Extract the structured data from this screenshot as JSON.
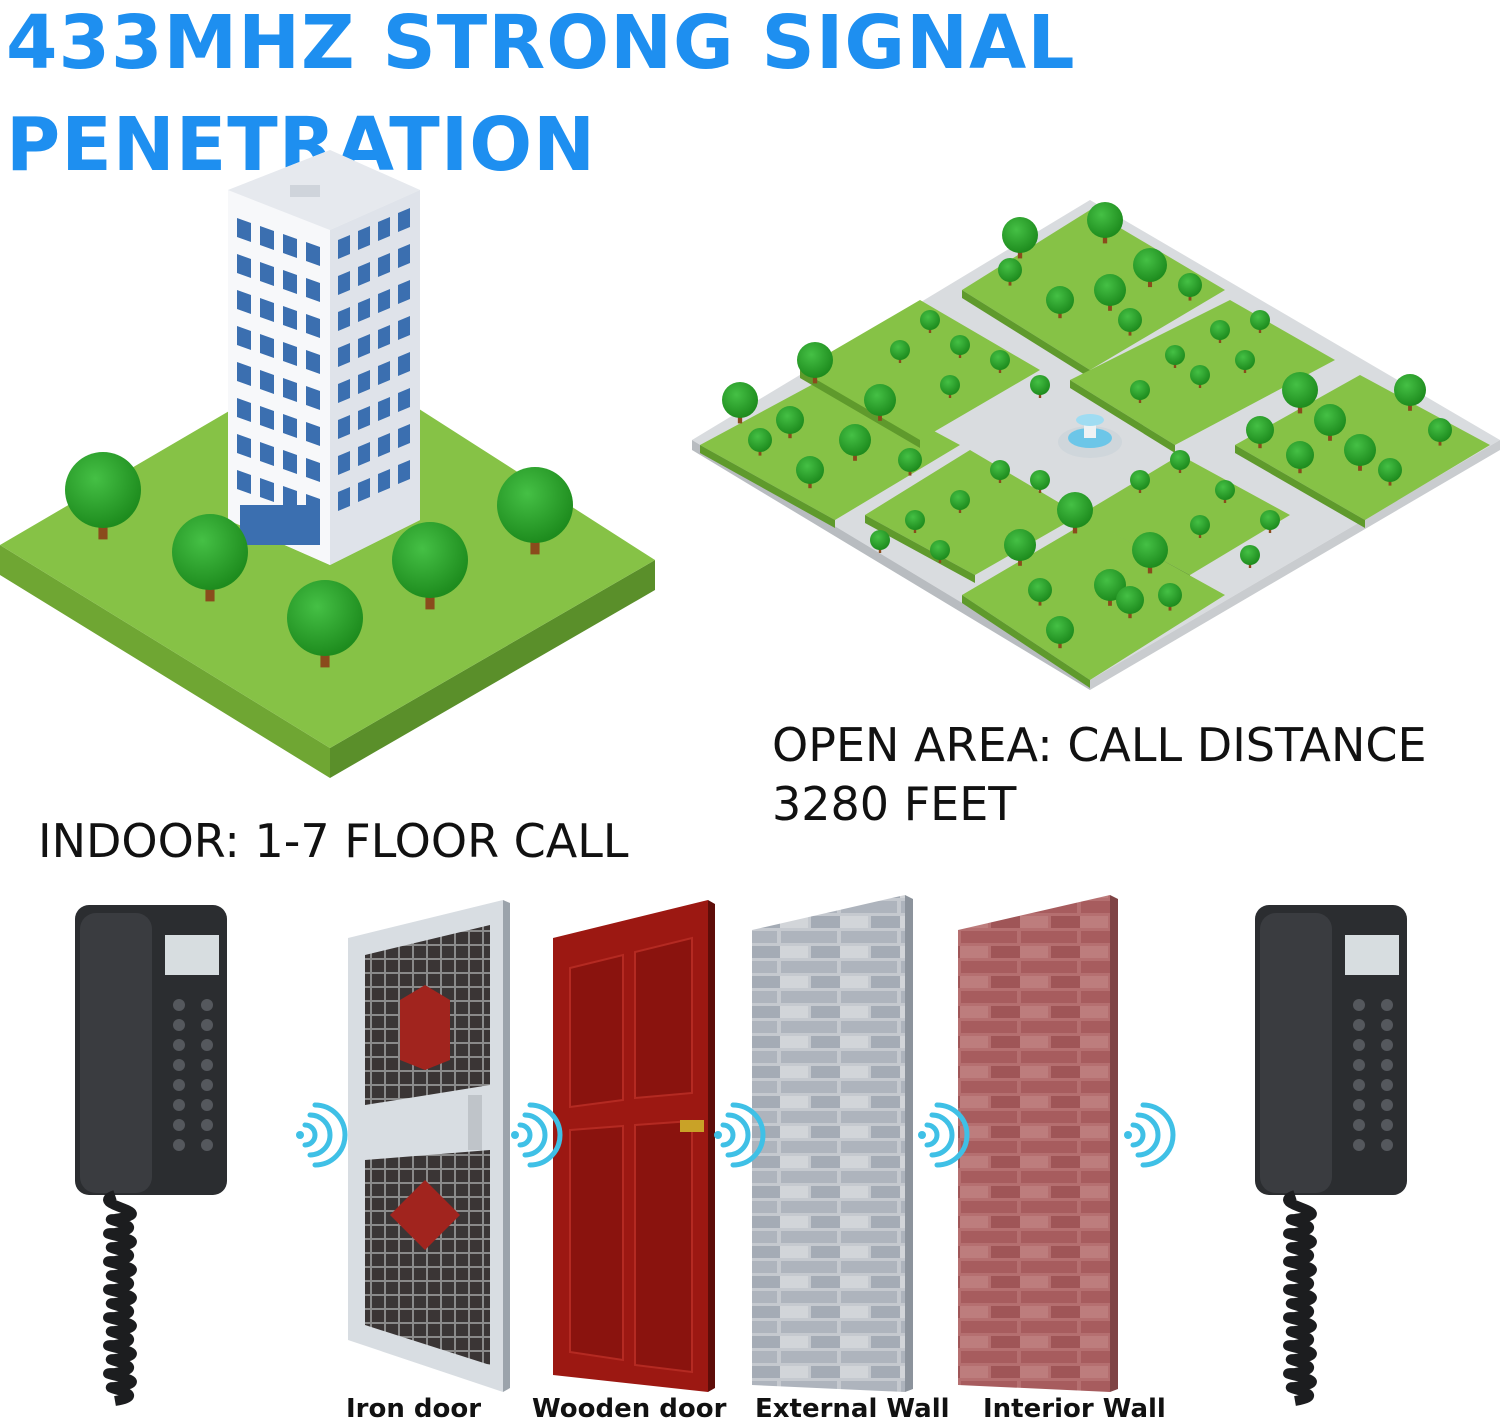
{
  "headline": {
    "line1": "433MHZ STRONG SIGNAL",
    "line2": "PENETRATION"
  },
  "captions": {
    "indoor": "INDOOR: 1-7 FLOOR CALL",
    "open_line1": "OPEN AREA: CALL DISTANCE",
    "open_line2": "3280 FEET"
  },
  "obstacles": [
    "Iron door",
    "Wooden door",
    "External Wall",
    "Interior Wall"
  ],
  "colors": {
    "headline": "#1e8ff0",
    "grass": "#7cc242",
    "tree": "#2ea52e",
    "signal": "#3fc0e6",
    "wood_door": "#a11a14",
    "brick_red": "#b06a6a",
    "brick_grey": "#b9bec6",
    "phone": "#2b2d30"
  },
  "icons": [
    "building-illustration",
    "city-park-illustration",
    "intercom-phone-icon",
    "signal-wave-icon"
  ]
}
